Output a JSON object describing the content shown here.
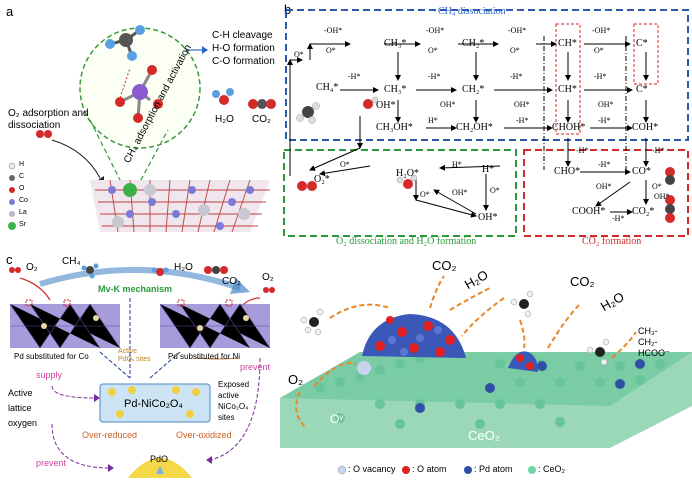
{
  "panel_a": {
    "label": "a",
    "steps": [
      "C-H cleavage",
      "H-O formation",
      "C-O formation"
    ],
    "products": [
      "H₂O",
      "CO₂"
    ],
    "o2_text": "O₂ adsorption and dissociation",
    "ch4_text": "CH₄ adsorption and activation",
    "legend": [
      "H",
      "C",
      "O",
      "Co",
      "La",
      "Sr"
    ],
    "legend_colors": [
      "#e8e8f0",
      "#6a6a6a",
      "#d42a2a",
      "#7a7ad8",
      "#b8b8c8",
      "#3cb04a"
    ]
  },
  "panel_b": {
    "label": "b",
    "ch4_title": "CH₄ dissociation",
    "o2_title": "O₂ dissociation and H₂O formation",
    "co2_title": "CO₂ formation",
    "species": {
      "ch4": "CH₄*",
      "ch3a": "CH₃*",
      "ch2a": "CH₂*",
      "cha": "CH*",
      "ca": "C*",
      "ch3b": "CH₃*",
      "ch2b": "CH₂*",
      "chb": "CH*",
      "cb": "C*",
      "oh1": "OH*",
      "ch3oh": "CH₃OH*",
      "ch2oh": "CH₂OH*",
      "choh": "CHOH*",
      "coh": "COH*",
      "o2": "O₂*",
      "h2o": "H₂O*",
      "h": "H*",
      "oh2": "OH*",
      "cho": "CHO*",
      "co": "CO*",
      "cooh": "COOH*",
      "co2": "CO₂*"
    },
    "edges": {
      "o": "O*",
      "minus_oh": "-OH*",
      "minus_h": "-H*",
      "h": "H*",
      "oh": "OH*",
      "minus_h2": "-H*",
      "plus_h": "-H*"
    }
  },
  "panel_c": {
    "label": "c",
    "o2": "O₂",
    "ch4": "CH₄",
    "h2o": "H₂O",
    "co2": "CO₂",
    "o2_right": "O₂",
    "mechanism": "Mv-K mechanism",
    "pd_co": "Pd substituted for Co",
    "pd_ni": "Pd substituted for Ni",
    "active_pdo": "Active PdOₓ sites",
    "supply": "supply",
    "prevent_top": "prevent",
    "prevent_bottom": "prevent",
    "active_lattice": [
      "Active",
      "lattice",
      "oxygen"
    ],
    "pd_nico": "Pd-NiCo₂O₄",
    "exposed": [
      "Exposed",
      "active",
      "NiCo₂O₄",
      "sites"
    ],
    "over_reduced": "Over-reduced",
    "over_oxidized": "Over-oxidized",
    "pdo": "PdO"
  },
  "panel_d": {
    "co2a": "CO₂",
    "h2oa": "H₂O",
    "co2b": "CO₂",
    "h2ob": "H₂O",
    "o2": "O₂",
    "ov": "Oᵛ",
    "ceo2": "CeO₂",
    "products": [
      "CH₃-",
      "CH₂-",
      "HCOO⁻"
    ],
    "legend": [
      ": O vacancy",
      ": O atom",
      ": Pd atom",
      ": CeO₂"
    ],
    "legend_colors": [
      "#c8d4ee",
      "#e02020",
      "#3050a8",
      "#70d6a8"
    ]
  }
}
